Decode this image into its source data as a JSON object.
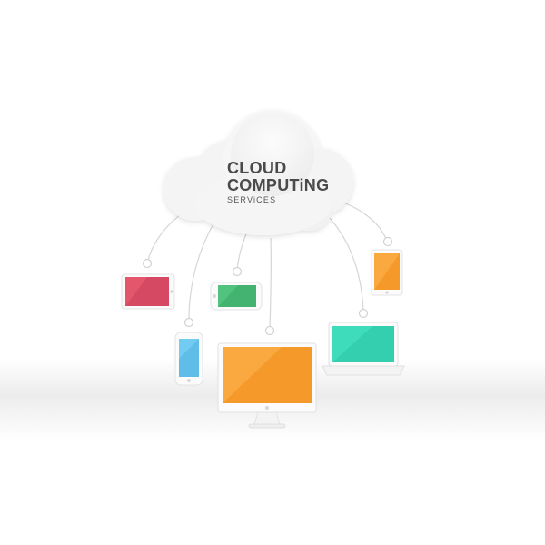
{
  "cloud": {
    "title_line1": "CLOUD",
    "title_line2": "COMPUTiNG",
    "subtitle": "SERViCES"
  },
  "colors": {
    "tablet_red": "#e4566c",
    "phone_green": "#4fc07e",
    "phone_blue": "#6ec8ef",
    "monitor_orange": "#f7a337",
    "laptop_teal": "#3dd9b8",
    "tablet_orange": "#f7a337",
    "connector": "#cfcfcf",
    "cloud_fill": "#f2f2f2"
  },
  "devices": [
    {
      "name": "tablet-landscape",
      "icon": "tablet-icon",
      "color": "tablet_red"
    },
    {
      "name": "phone-landscape",
      "icon": "phone-icon",
      "color": "phone_green"
    },
    {
      "name": "phone-portrait",
      "icon": "phone-icon",
      "color": "phone_blue"
    },
    {
      "name": "desktop-monitor",
      "icon": "monitor-icon",
      "color": "monitor_orange"
    },
    {
      "name": "laptop",
      "icon": "laptop-icon",
      "color": "laptop_teal"
    },
    {
      "name": "tablet-portrait",
      "icon": "tablet-icon",
      "color": "tablet_orange"
    }
  ]
}
